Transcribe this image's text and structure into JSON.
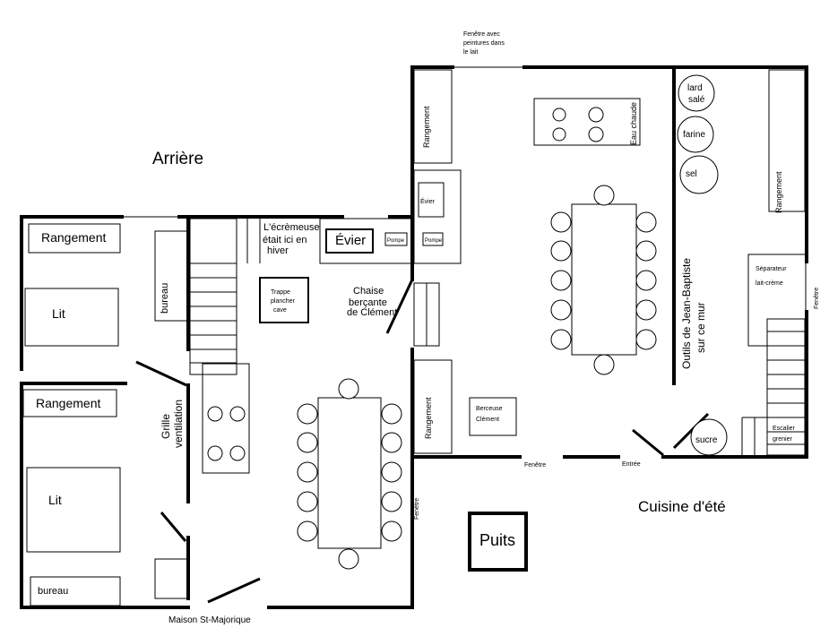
{
  "labels": {
    "arriere": "Arrière",
    "cuisine_ete": "Cuisine d'été",
    "maison": "Maison St-Majorique",
    "puits": "Puits",
    "rangement_top_left": "Rangement",
    "lit_top": "Lit",
    "rangement_mid_left": "Rangement",
    "lit_bottom": "Lit",
    "bureau_bottom": "bureau",
    "bureau_vertical": "bureau",
    "grille_1": "Grille",
    "grille_2": "ventilation",
    "ecremeuse_1": "L'écrèmeuse",
    "ecremeuse_2": "était ici en",
    "ecremeuse_3": "hiver",
    "evier_main": "Évier",
    "pompe_1": "Pompe",
    "pompe_2": "Pompe",
    "evier_small": "Évier",
    "trappe_1": "Trappe",
    "trappe_2": "plancher",
    "trappe_3": "cave",
    "chaise_1": "Chaise",
    "chaise_2": "berçante",
    "chaise_3": "de Clément",
    "fenetre_top_1": "Fenêtre avec",
    "fenetre_top_2": "peintures dans",
    "fenetre_top_3": "le lait",
    "rangement_r1": "Rangement",
    "rangement_r2": "Rangement",
    "rangement_r3": "Rangement",
    "eau_chaude": "Eau chaude",
    "lard_1": "lard",
    "lard_2": "salé",
    "farine": "farine",
    "sel": "sel",
    "sucre": "sucre",
    "outils_1": "Outils de Jean-Baptiste",
    "outils_2": "sur ce mur",
    "separateur_1": "Séparateur",
    "separateur_2": "lait-crème",
    "fenetre_right": "Fenêtre",
    "escalier_1": "Escalier",
    "escalier_2": "grenier",
    "berceuse_1": "Berceuse",
    "berceuse_2": "Clément",
    "fenetre_mid": "Fenêtre",
    "fenetre_bottom": "Fenêtre",
    "entree": "Entrée"
  }
}
